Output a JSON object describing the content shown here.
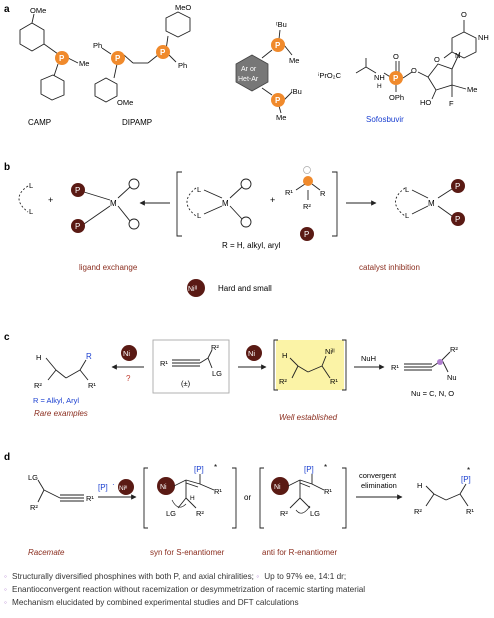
{
  "panels": {
    "a": {
      "label": "a",
      "camp": "CAMP",
      "dipamp": "DIPAMP",
      "sofosbuvir": "Sofosbuvir",
      "atoms": {
        "P": "P",
        "me": "Me",
        "ome": "OMe",
        "meo": "MeO",
        "ph": "Ph",
        "tbu": "ᵗBu",
        "ar_line1": "Ar or",
        "ar_line2": "Het-Ar",
        "o": "O",
        "nh": "NH",
        "n": "N",
        "h": "H",
        "ho": "HO",
        "f": "F",
        "ipr": "ⁱPrO₂C",
        "oph": "OPh",
        "eqo": "O"
      }
    },
    "b": {
      "label": "b",
      "r_def": "R = H, alkyl, aryl",
      "ligand_exchange": "ligand exchange",
      "catalyst_inhibition": "catalyst inhibition",
      "ni_label": "Niᴵᴵ",
      "hard_small": "Hard and small",
      "atoms": {
        "L": "L",
        "M": "M",
        "P": "P",
        "R": "R",
        "R1": "R¹",
        "R2": "R²",
        "plus": "+"
      }
    },
    "c": {
      "label": "c",
      "ni": "Ni",
      "question": "?",
      "racemic": "(±)",
      "r_def": "R = Alkyl, Aryl",
      "rare": "Rare examples",
      "nuh": "NuH",
      "nu_def": "Nu = C, N, O",
      "well": "Well established",
      "atoms": {
        "R": "R",
        "R1": "R¹",
        "R2": "R²",
        "H": "H",
        "LG": "LG",
        "NiII": "Niᴵᴵ",
        "Nu": "Nu"
      }
    },
    "d": {
      "label": "d",
      "racemate": "Racemate",
      "syn": "syn for S-enantiomer",
      "anti": "anti for R-enantiomer",
      "or": "or",
      "convergent_1": "convergent",
      "convergent_2": "elimination",
      "reagent_p": "[P]",
      "reagent_ni": "Niᴵᴵ",
      "atoms": {
        "LG": "LG",
        "R1": "R¹",
        "R2": "R²",
        "H": "H",
        "P": "[P]",
        "Ni": "Ni",
        "star": "*",
        "dot": "·"
      }
    }
  },
  "notes": [
    "Structurally diversified phosphines with both P, and axial chiralities; ",
    "Up to 97% ee, 14:1 dr;",
    "Enantioconvergent reaction without racemization or desymmetrization of racemic starting material",
    "Mechanism elucidated by combined experimental studies and DFT calculations"
  ],
  "colors": {
    "p_orange": "#f08a2c",
    "ni_dark": "#5a1a14",
    "accent_red": "#c0392b",
    "accent_blue": "#1a3fd0",
    "label_brown": "#8b2e1f",
    "highlight_yellow": "#fbf3a6",
    "note_dot": "#b07fd0"
  }
}
